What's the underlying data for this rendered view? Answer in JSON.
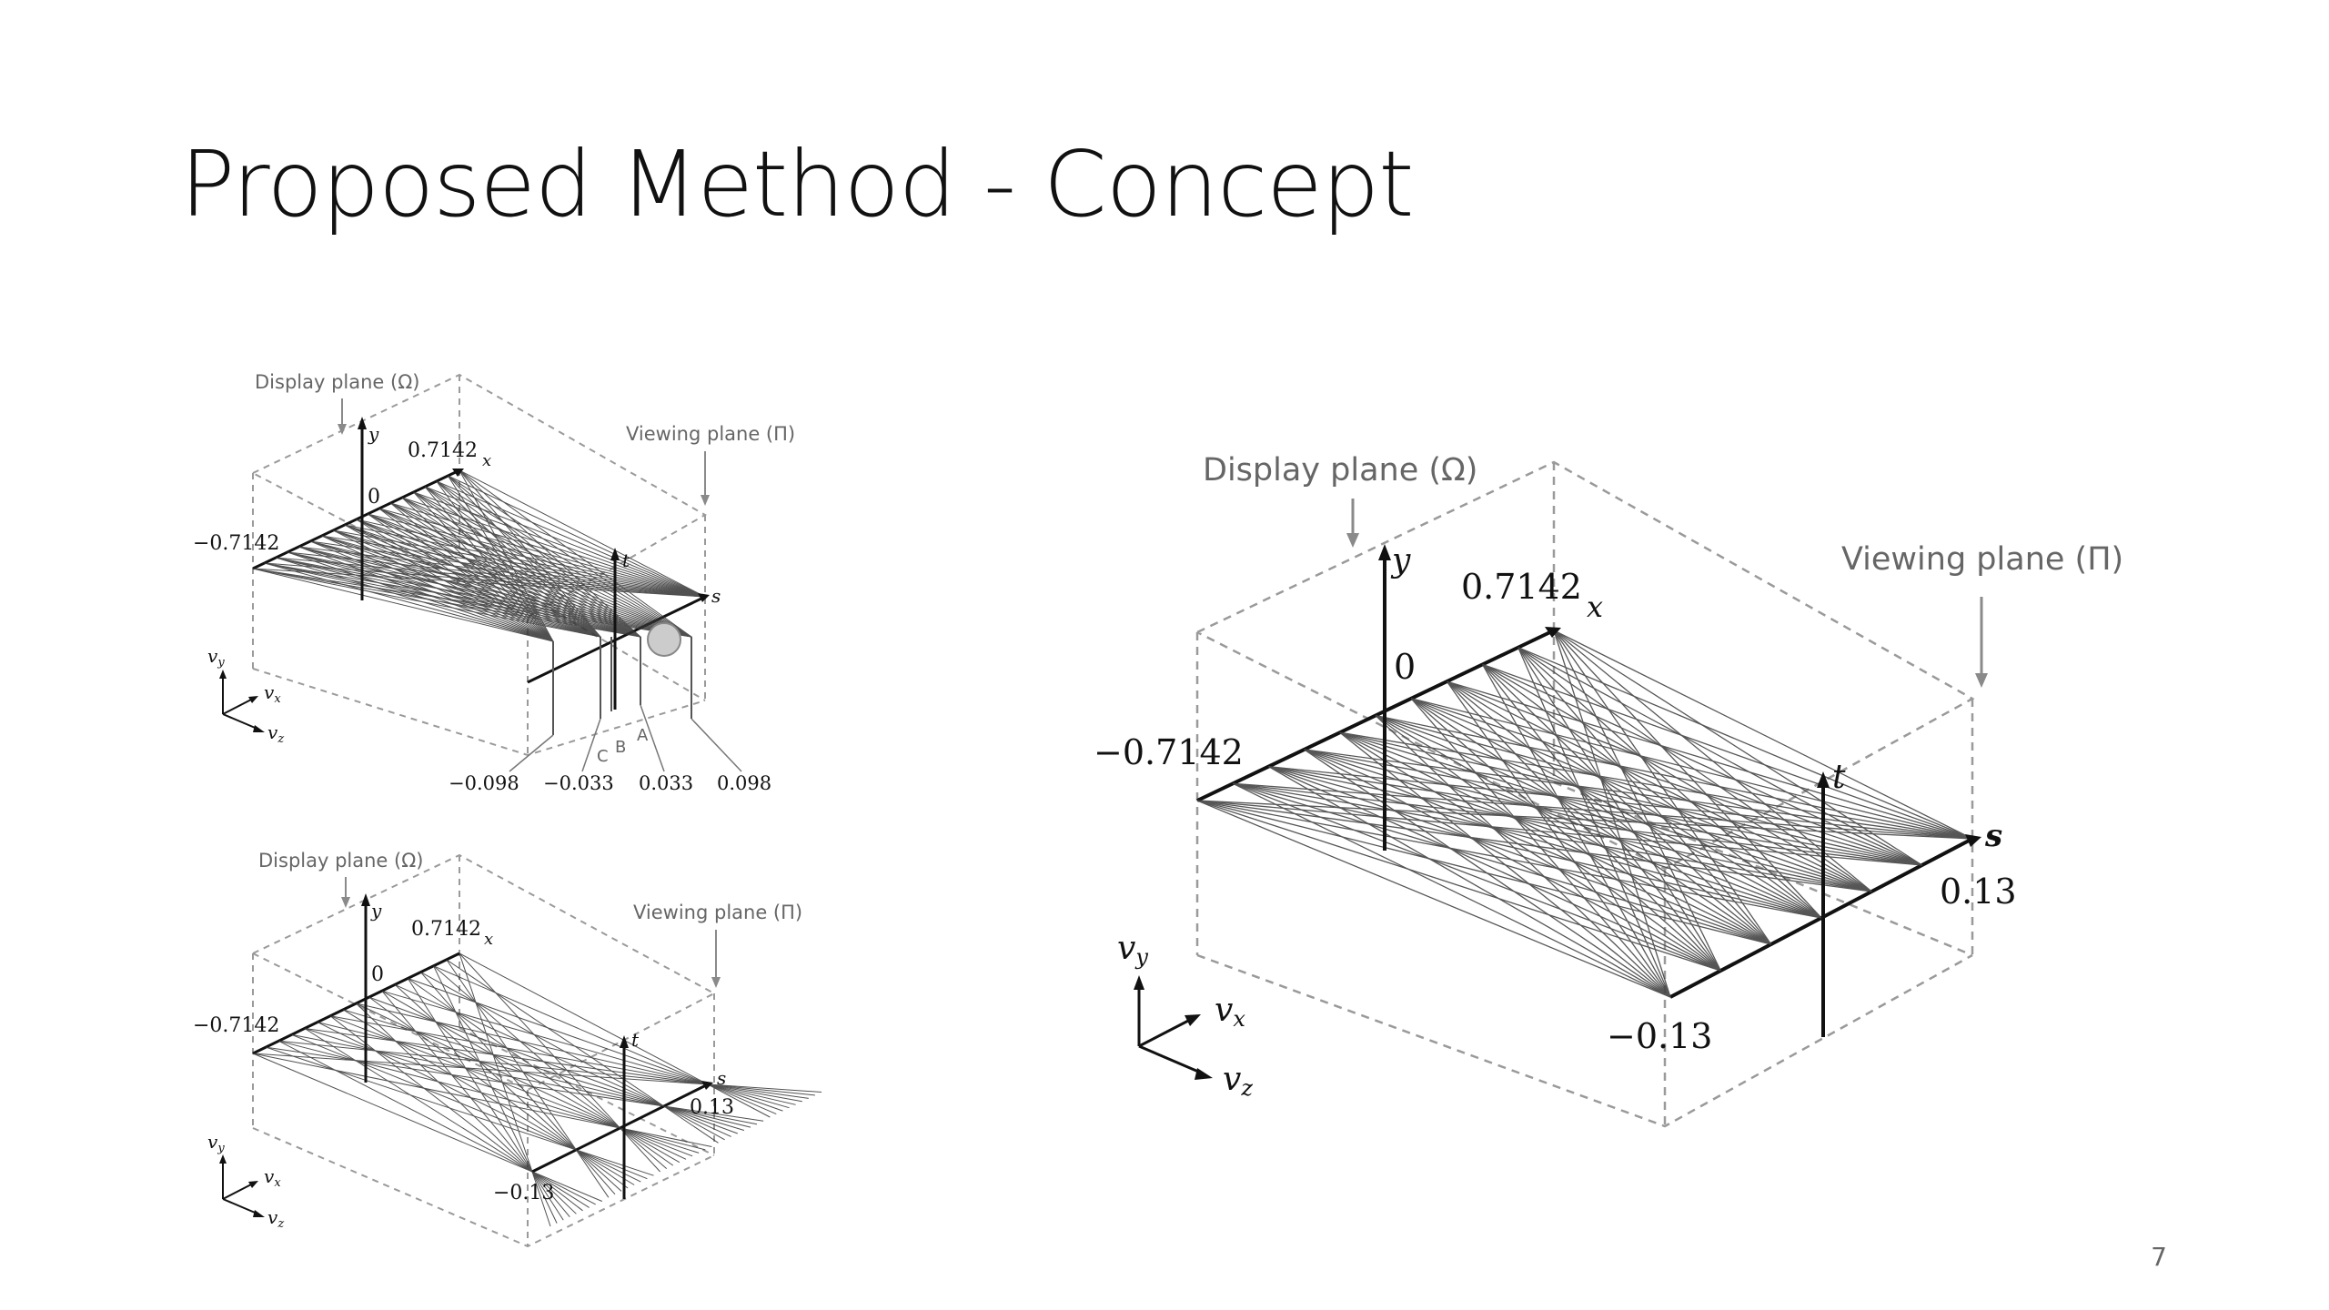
{
  "slide": {
    "title": "Proposed Method - Concept",
    "page_number": "7"
  },
  "labels": {
    "display_plane": "Display plane (Ω)",
    "viewing_plane": "Viewing plane (Π)"
  },
  "axes": {
    "x": "x",
    "y": "y",
    "s": "s",
    "t": "t",
    "vx": "v",
    "vx_sub": "x",
    "vy": "v",
    "vy_sub": "y",
    "vz": "v",
    "vz_sub": "z"
  },
  "values": {
    "x_max": "0.7142",
    "x_min": "−0.7142",
    "origin": "0",
    "s_max": "0.13",
    "s_min": "−0.13",
    "small_s": [
      "−0.098",
      "−0.033",
      "0.033",
      "0.098"
    ],
    "points": [
      "C",
      "B",
      "A"
    ]
  },
  "colors": {
    "line": "#1a1a1a",
    "ray": "#3a3a3a",
    "dashed_box": "#9a9a9a",
    "arrow_gray": "#8a8a8a",
    "label_gray": "#666666"
  }
}
